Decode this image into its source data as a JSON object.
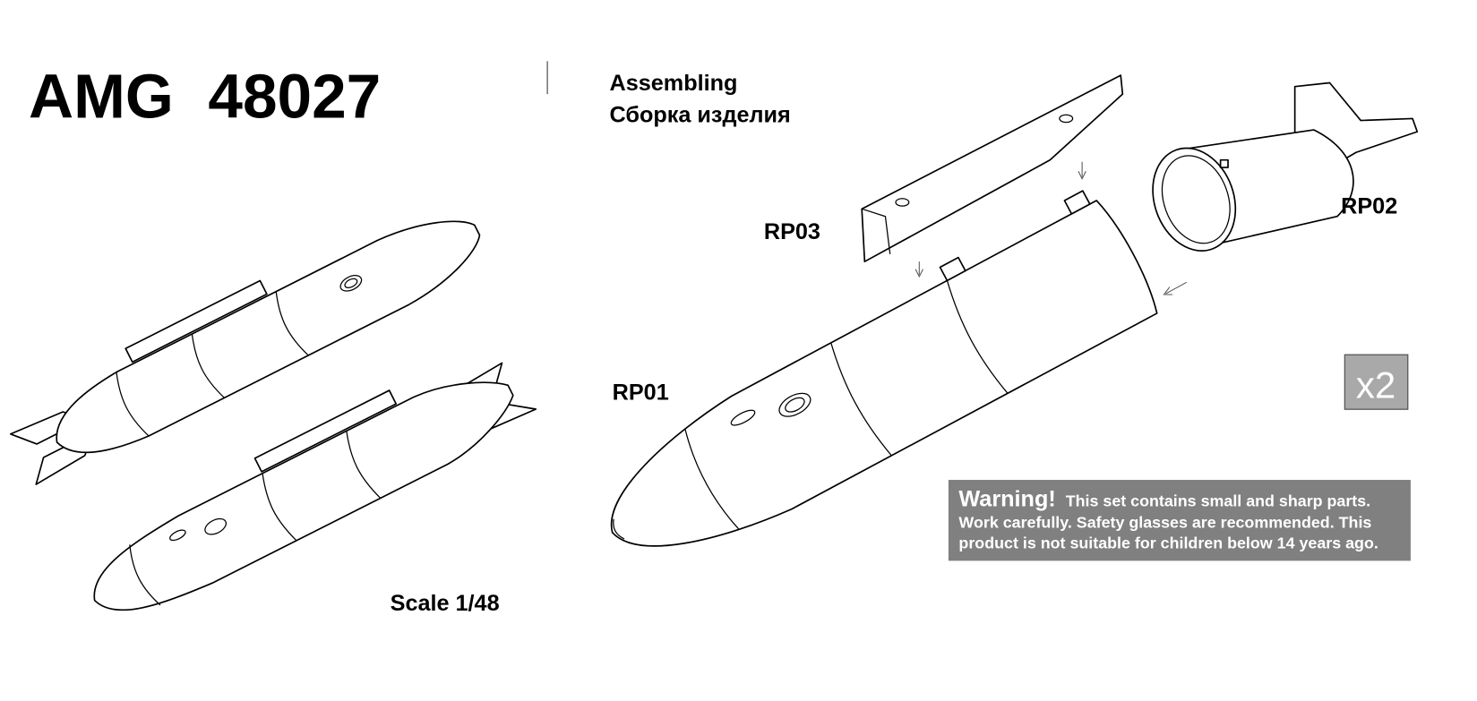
{
  "header": {
    "code": "AMG  48027",
    "title_en": "Assembling",
    "title_ru": "Сборка изделия"
  },
  "parts": {
    "rp01": "RP01",
    "rp02": "RP02",
    "rp03": "RP03"
  },
  "quantity_badge": "x2",
  "scale": "Scale 1/48",
  "warning": {
    "heading": "Warning!",
    "line1": "This set contains small and sharp parts.",
    "line2": "Work carefully. Safety glasses are recommended. This",
    "line3": "product is not suitable for children below 14 years ago."
  },
  "colors": {
    "warning_bg": "#808080",
    "badge_bg": "#a9a9a9"
  }
}
